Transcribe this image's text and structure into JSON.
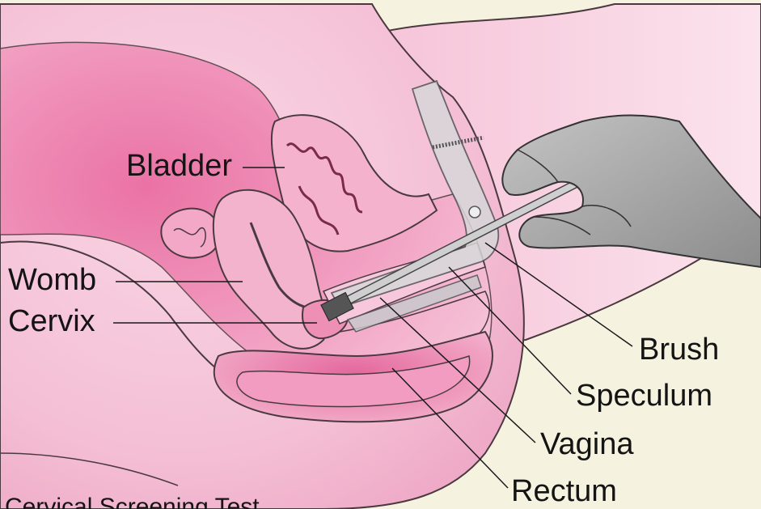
{
  "labels": {
    "bladder": "Bladder",
    "womb": "Womb",
    "cervix": "Cervix",
    "brush": "Brush",
    "speculum": "Speculum",
    "vagina": "Vagina",
    "rectum": "Rectum"
  },
  "caption": "Cervical Screening Test",
  "colors": {
    "background": "#f5f3df",
    "tissue_light": "#f6c9dc",
    "tissue_mid": "#ee9fc1",
    "tissue_deep": "#e06a9c",
    "outline": "#4a3a40",
    "hand": "#a6a6a6",
    "speculum": "#d7d7d9",
    "leader_line": "#1a1a1a",
    "text": "#141414"
  }
}
